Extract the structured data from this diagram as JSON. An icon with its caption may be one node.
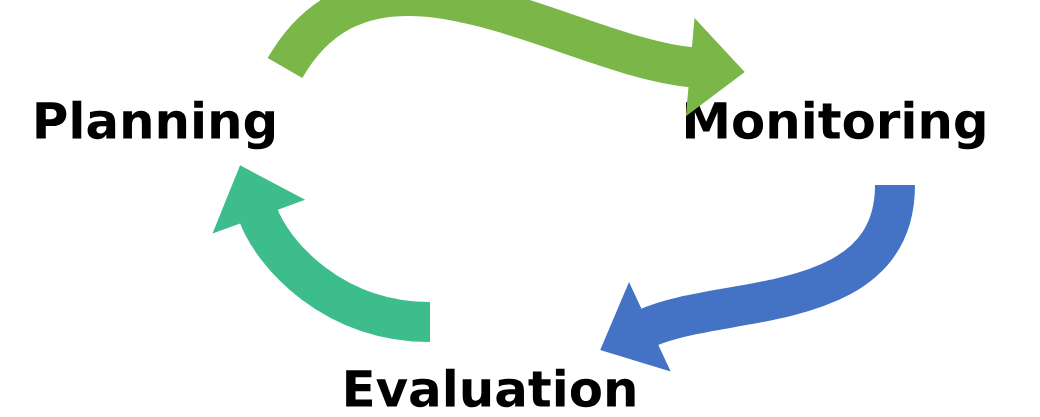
{
  "diagram": {
    "nodes": [
      {
        "text": [
          "Planning"
        ]
      },
      {
        "text": [
          "Monitoring"
        ]
      },
      {
        "text": [
          "Evaluation"
        ]
      }
    ],
    "edges": [
      {
        "from": 0,
        "to": 1,
        "arrow": "to",
        "color": "#7ab648"
      },
      {
        "from": 1,
        "to": 2,
        "arrow": "to",
        "color": "#4472c4"
      },
      {
        "from": 2,
        "to": 0,
        "arrow": "to",
        "color": "#3dbd8c"
      }
    ]
  }
}
